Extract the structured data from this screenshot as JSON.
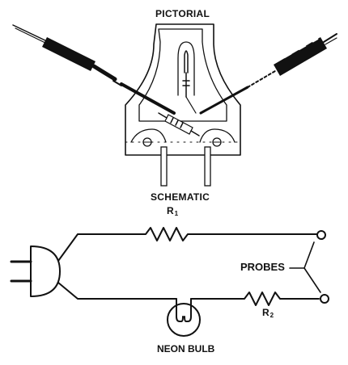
{
  "labels": {
    "pictorial": "PICTORIAL",
    "schematic": "SCHEMATIC",
    "r1_main": "R",
    "r1_sub": "1",
    "probes": "PROBES",
    "r2_main": "R",
    "r2_sub": "2",
    "neon_bulb": "NEON BULB"
  },
  "colors": {
    "ink": "#111111",
    "background": "#ffffff"
  }
}
